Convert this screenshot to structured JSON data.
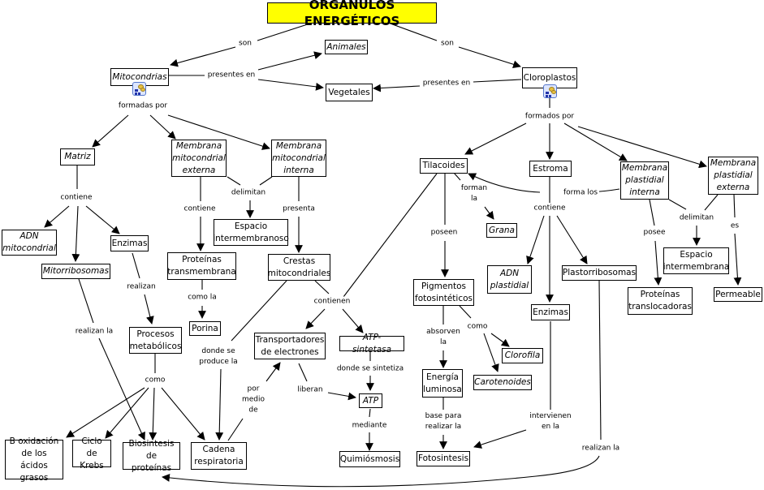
{
  "title": "ORGÁNULOS ENERGÉTICOS",
  "colors": {
    "title_background": "#ffff00",
    "line": "#000000",
    "icon_border": "#5577cc"
  },
  "nodes": {
    "mitocondrias": "Mitocondrias",
    "cloroplastos": "Cloroplastos",
    "animales": "Animales",
    "vegetales": "Vegetales",
    "matriz": "Matriz",
    "memb_mito_ext": "Membrana\nmitocondrial\nexterna",
    "memb_mito_int": "Membrana\nmitocondrial\ninterna",
    "adn_mito": "ADN\nmitocondrial",
    "mitorribosomas": "Mitorribosomas",
    "enzimas_mito": "Enzimas",
    "espacio_intermembranoso": "Espacio\nintermembranoso",
    "proteinas_transmembrana": "Proteínas\ntransmembrana",
    "crestas": "Crestas\nmitocondriales",
    "porina": "Porina",
    "procesos_metabolicos": "Procesos\nmetabólicos",
    "transportadores": "Transportadores\nde electrones",
    "atp_sintetasa": "ATP-sintetasa",
    "atp": "ATP",
    "quimiosmosis": "Quimiósmosis",
    "b_oxidacion": "B oxidación\nde los ácidos\ngrasos",
    "ciclo_krebs": "Ciclo de\nKrebs",
    "biosintesis": "Biosintesis\nde proteínas",
    "cadena_respiratoria": "Cadena\nrespiratoria",
    "tilacoides": "Tilacoides",
    "estroma": "Estroma",
    "memb_plast_int": "Membrana\nplastidial\ninterna",
    "memb_plast_ext": "Membrana\nplastidial\nexterna",
    "grana": "Grana",
    "pigmentos": "Pigmentos\nfotosintéticos",
    "adn_plastidial": "ADN\nplastidial",
    "plastorribosomas": "Plastorribosomas",
    "enzimas_cloro": "Enzimas",
    "clorofila": "Clorofila",
    "carotenoides": "Carotenoides",
    "energia_luminosa": "Energía\nluminosa",
    "fotosintesis": "Fotosintesis",
    "espacio_intermembrana": "Espacio\nintermembrana",
    "proteinas_translocadoras": "Proteínas\ntranslocadoras",
    "permeable": "Permeable"
  },
  "linking_phrases": {
    "son_left": "son",
    "son_right": "son",
    "presentes_en_mito": "presentes en",
    "presentes_en_cloro": "presentes en",
    "formadas_por": "formadas por",
    "formados_por": "formados por",
    "contiene_matriz": "contiene",
    "contiene_memb_ext": "contiene",
    "delimitan_mito": "delimitan",
    "presenta": "presenta",
    "realizan": "realizan",
    "realizan_la_mito": "realizan la",
    "como_la": "como la",
    "contienen": "contienen",
    "donde_se_produce_la": "donde se\nproduce la",
    "como_procesos": "como",
    "por_medio_de": "por\nmedio\nde",
    "liberan": "liberan",
    "donde_se_sintetiza": "donde se sintetiza",
    "mediante": "mediante",
    "forman_la": "forman\nla",
    "forma_los": "forma los",
    "poseen": "poseen",
    "contiene_estroma": "contiene",
    "absorven_la": "absorven\nla",
    "como_pigmentos": "como",
    "base_para_realizar_la": "base para\nrealizar la",
    "intervienen_en_la": "intervienen\nen la",
    "realizan_la_cloro": "realizan la",
    "posee": "posee",
    "delimitan_cloro": "delimitan",
    "es": "es"
  },
  "icons": [
    "concept-map-icon",
    "concept-map-icon"
  ]
}
